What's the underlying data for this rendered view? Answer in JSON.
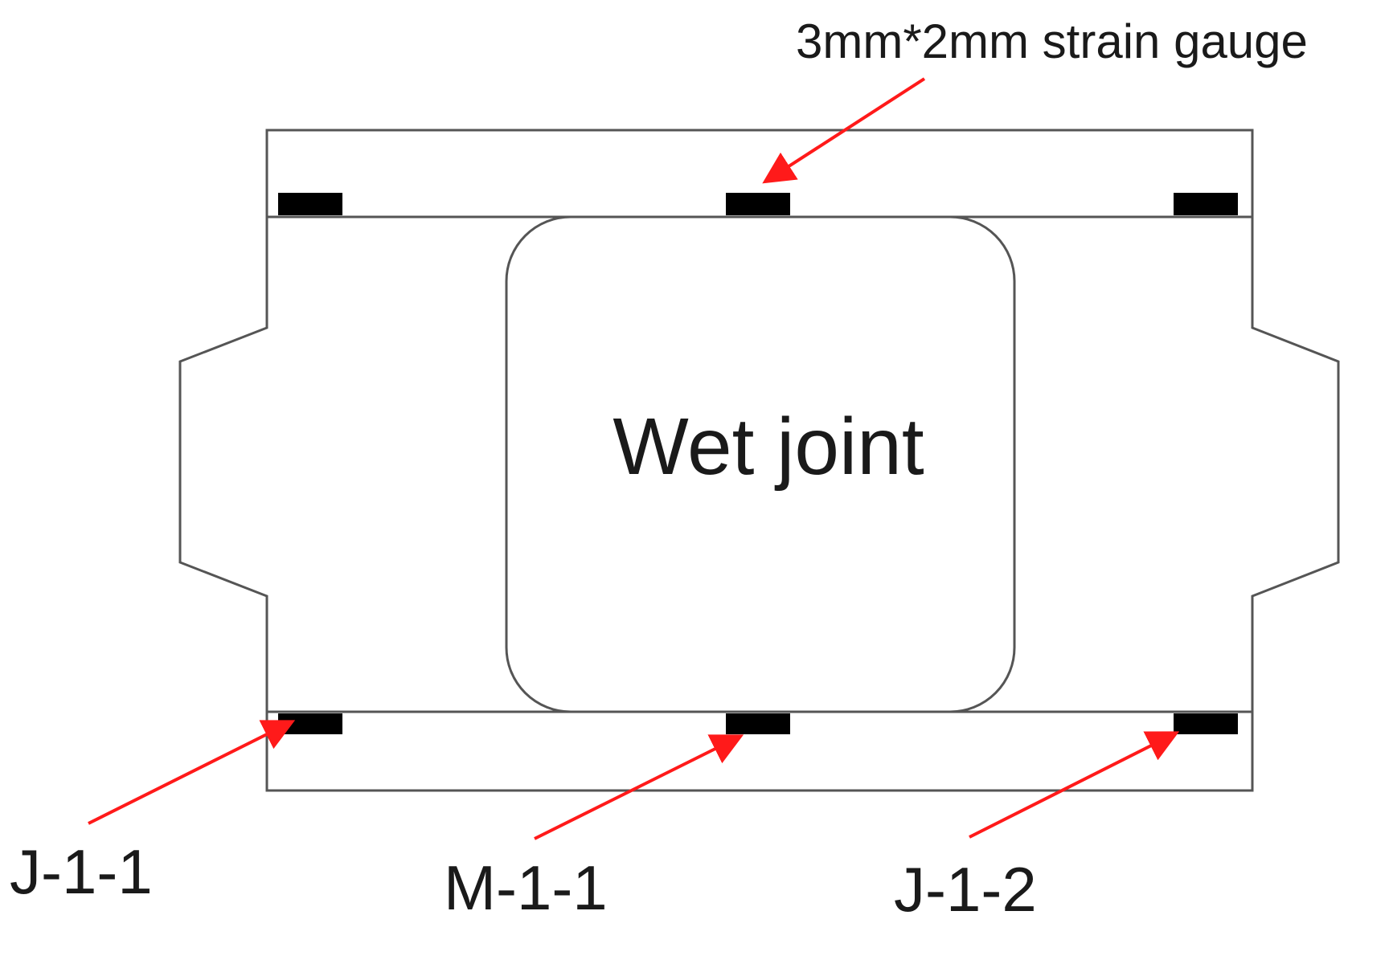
{
  "diagram": {
    "center_label": "Wet joint",
    "gauge_callout": "3mm*2mm strain gauge",
    "gauge_ids": {
      "left": "J-1-1",
      "middle": "M-1-1",
      "right": "J-1-2"
    },
    "colors": {
      "outline": "#555555",
      "gauge": "#000000",
      "leader": "#ff1a1a",
      "text": "#1a1a1a"
    }
  }
}
